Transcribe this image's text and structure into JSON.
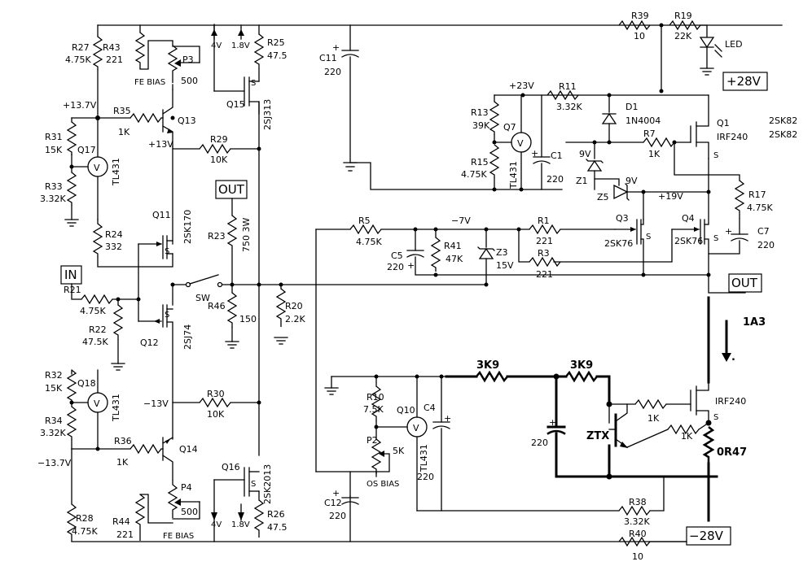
{
  "terminals": {
    "in": "IN",
    "out_mid": "OUT",
    "out_right": "OUT",
    "pos_rail": "+28V",
    "neg_rail": "−28V"
  },
  "transistors": {
    "q1": "Q1",
    "q1_type": "IRF240",
    "q1_alt1": "2SK82",
    "q1_alt2": "2SK82",
    "q3": "Q3",
    "q3_type": "2SK76",
    "q4": "Q4",
    "q4_type": "2SK76",
    "q7": "Q7",
    "q7_type": "TL431",
    "q10": "Q10",
    "q10_type": "TL431",
    "q11": "Q11",
    "q11_type": "2SK170",
    "q12": "Q12",
    "q12_type": "2SJ74",
    "q13": "Q13",
    "q14": "Q14",
    "q15": "Q15",
    "q15_type": "2SJ313",
    "q16": "Q16",
    "q16_type": "2SK2013",
    "q17": "Q17",
    "q17_type": "TL431",
    "q18": "Q18",
    "q18_type": "TL431",
    "bottom_fet": "IRF240",
    "ztx": "ZTX"
  },
  "resistors": {
    "r1": "R1",
    "r1_v": "221",
    "r3": "R3",
    "r3_v": "221",
    "r5": "R5",
    "r5_v": "4.75K",
    "r7": "R7",
    "r7_v": "1K",
    "r10": "R10",
    "r10_v": "7.5K",
    "r11": "R11",
    "r11_v": "3.32K",
    "r13": "R13",
    "r13_v": "39K",
    "r15": "R15",
    "r15_v": "4.75K",
    "r17": "R17",
    "r17_v": "4.75K",
    "r19": "R19",
    "r19_v": "22K",
    "r20": "R20",
    "r20_v": "2.2K",
    "r21": "R21",
    "r21_v": "4.75K",
    "r22": "R22",
    "r22_v": "47.5K",
    "r23": "R23",
    "r23_v": "750 3W",
    "r24": "R24",
    "r24_v": "332",
    "r25": "R25",
    "r25_v": "47.5",
    "r26": "R26",
    "r26_v": "47.5",
    "r27": "R27",
    "r27_v": "4.75K",
    "r28": "R28",
    "r28_v": "4.75K",
    "r29": "R29",
    "r29_v": "10K",
    "r30": "R30",
    "r30_v": "10K",
    "r31": "R31",
    "r31_v": "15K",
    "r32": "R32",
    "r32_v": "15K",
    "r33": "R33",
    "r33_v": "3.32K",
    "r34": "R34",
    "r34_v": "3.32K",
    "r35": "R35",
    "r35_v": "1K",
    "r36": "R36",
    "r36_v": "1K",
    "r38": "R38",
    "r38_v": "3.32K",
    "r39": "R39",
    "r39_v": "10",
    "r40": "R40",
    "r40_v": "10",
    "r41": "R41",
    "r41_v": "47K",
    "r43": "R43",
    "r43_v": "221",
    "r44": "R44",
    "r44_v": "221",
    "r46": "R46",
    "r46_v": "150",
    "added_3k9_a": "3K9",
    "added_3k9_b": "3K9",
    "added_1k_a": "1K",
    "added_1k_b": "1K",
    "added_0r47": "0R47"
  },
  "capacitors": {
    "c1": "C1",
    "c1_v": "220",
    "c4": "C4",
    "c4_v": "220",
    "c5": "C5",
    "c5_v": "220",
    "c7": "C7",
    "c7_v": "220",
    "c11": "C11",
    "c11_v": "220",
    "c12": "C12",
    "c12_v": "220",
    "added_c": "220"
  },
  "diodes": {
    "d1": "D1",
    "d1_type": "1N4004",
    "z1": "Z1",
    "z1_v": "9V",
    "z3": "Z3",
    "z3_v": "15V",
    "z5": "Z5",
    "z5_v": "9V",
    "led": "LED"
  },
  "pots": {
    "p2": "P2",
    "p2_v": "5K",
    "p2_label": "OS BIAS",
    "p3": "P3",
    "p3_v": "500",
    "p3_label": "FE BIAS",
    "p4": "P4",
    "p4_v": "500",
    "p4_label": "FE BIAS"
  },
  "nodes": {
    "v_p13_7": "+13.7V",
    "v_n13_7": "−13.7V",
    "v_p13": "+13V",
    "v_n13": "−13V",
    "v_p23": "+23V",
    "v_p19": "+19V",
    "v_n7": "−7V",
    "meas_4v_top": "4V",
    "meas_18_top": "1.8V",
    "meas_4v_bot": "4V",
    "meas_18_bot": "1.8V",
    "current_note": "1A3",
    "sw": "SW",
    "vm": "V",
    "s": "S"
  }
}
